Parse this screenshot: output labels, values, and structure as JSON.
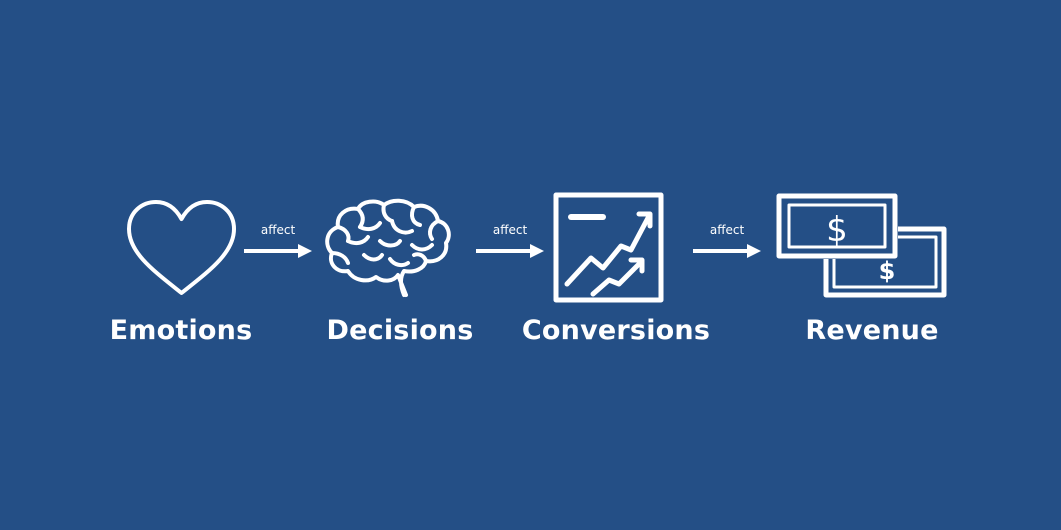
{
  "steps": [
    {
      "label": "Emotions",
      "icon": "heart-icon"
    },
    {
      "label": "Decisions",
      "icon": "brain-icon"
    },
    {
      "label": "Conversions",
      "icon": "growth-chart-icon"
    },
    {
      "label": "Revenue",
      "icon": "dollar-bills-icon"
    }
  ],
  "connectors": [
    {
      "label": "affect"
    },
    {
      "label": "affect"
    },
    {
      "label": "affect"
    }
  ],
  "colors": {
    "background": "#244f86",
    "foreground": "#ffffff"
  }
}
